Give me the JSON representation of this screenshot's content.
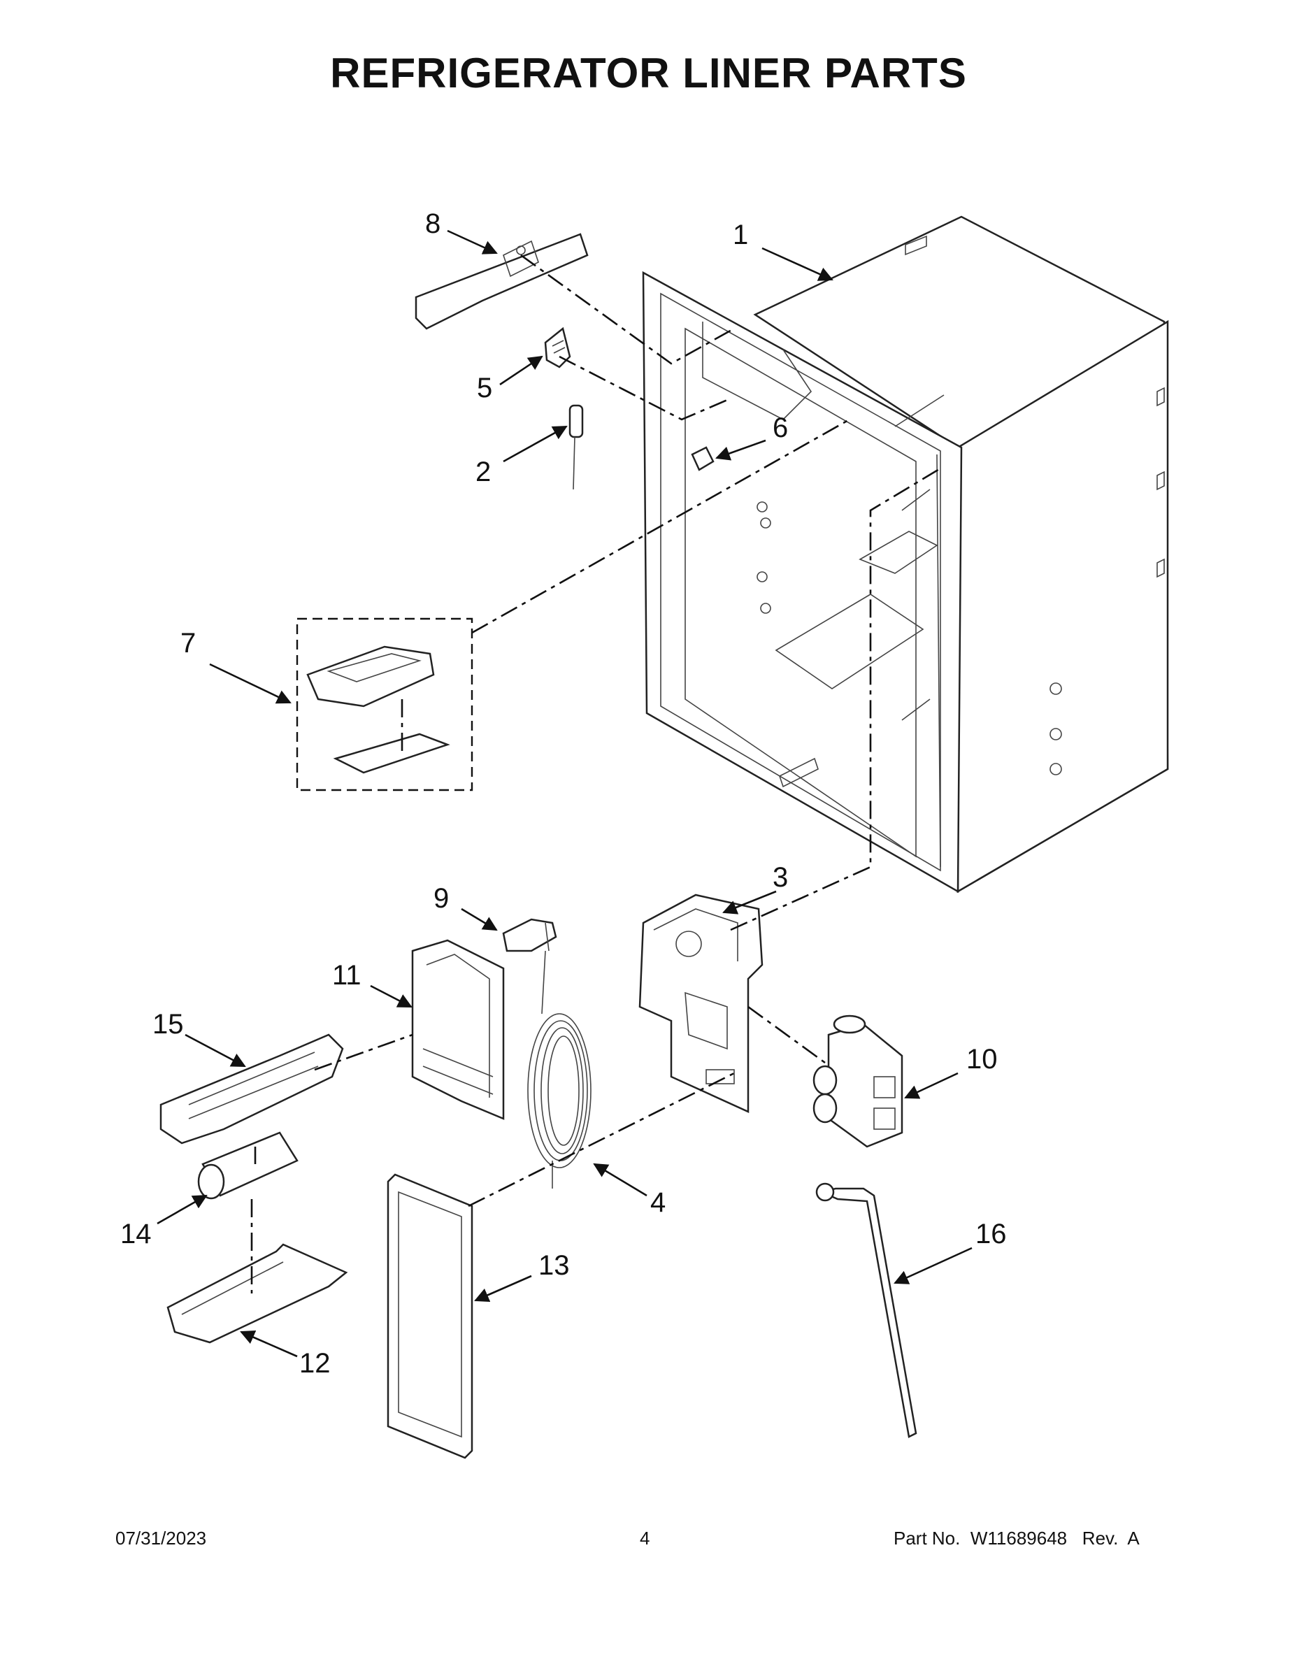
{
  "title": "REFRIGERATOR LINER PARTS",
  "callouts": [
    "1",
    "2",
    "3",
    "4",
    "5",
    "6",
    "7",
    "8",
    "9",
    "10",
    "11",
    "12",
    "13",
    "14",
    "15",
    "16"
  ],
  "footer": {
    "date": "07/31/2023",
    "page": "4",
    "part_label": "Part No.",
    "part_number": "W11689648",
    "rev_label": "Rev.",
    "rev": "A"
  }
}
